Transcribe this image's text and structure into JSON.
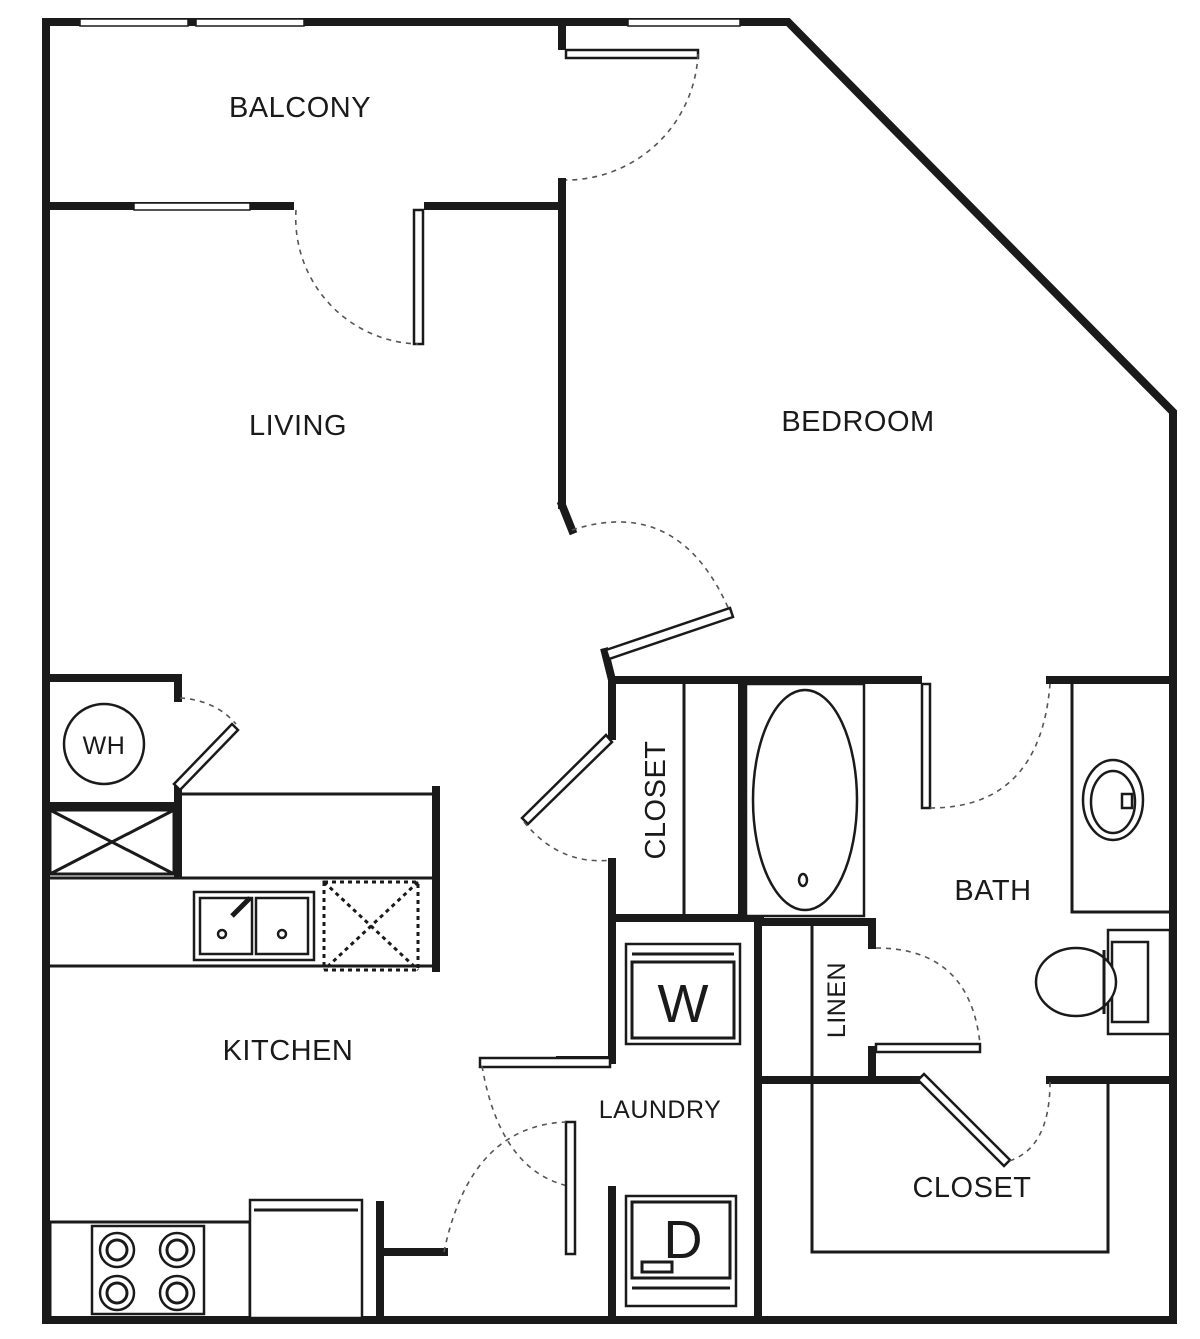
{
  "rooms": {
    "balcony": "BALCONY",
    "living": "LIVING",
    "bedroom": "BEDROOM",
    "kitchen": "KITCHEN",
    "bath": "BATH",
    "closet_hall": "CLOSET",
    "closet_bedroom": "CLOSET",
    "linen": "LINEN",
    "laundry": "LAUNDRY"
  },
  "fixtures": {
    "water_heater": "WH",
    "washer": "W",
    "dryer": "D"
  }
}
